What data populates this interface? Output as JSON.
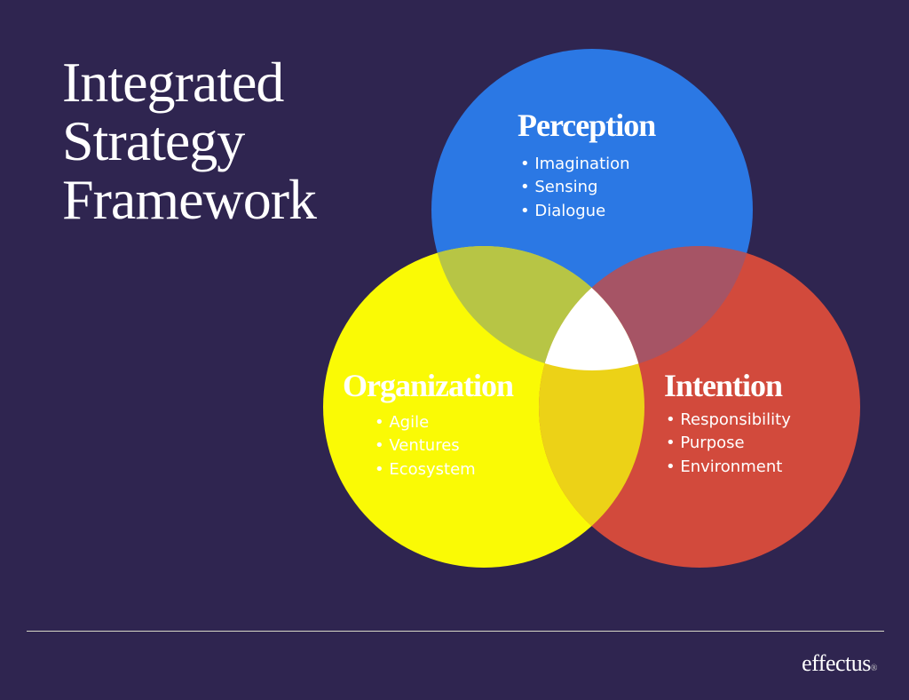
{
  "title": {
    "line1": "Integrated",
    "line2": "Strategy",
    "line3": "Framework"
  },
  "circles": {
    "perception": {
      "heading": "Perception",
      "items": [
        "Imagination",
        "Sensing",
        "Dialogue"
      ],
      "color": "#2b78e4"
    },
    "organization": {
      "heading": "Organization",
      "items": [
        "Agile",
        "Ventures",
        "Ecosystem"
      ],
      "color": "#fafa05"
    },
    "intention": {
      "heading": "Intention",
      "items": [
        "Responsibility",
        "Purpose",
        "Environment"
      ],
      "color": "#d24a3c"
    }
  },
  "colors": {
    "background": "#2f2550",
    "overlap_blue_yellow": "#b7c545",
    "overlap_blue_red": "#a65465",
    "overlap_yellow_red": "#ecd217",
    "center": "#ffffff"
  },
  "logo": {
    "text": "effectus",
    "mark": "®"
  }
}
